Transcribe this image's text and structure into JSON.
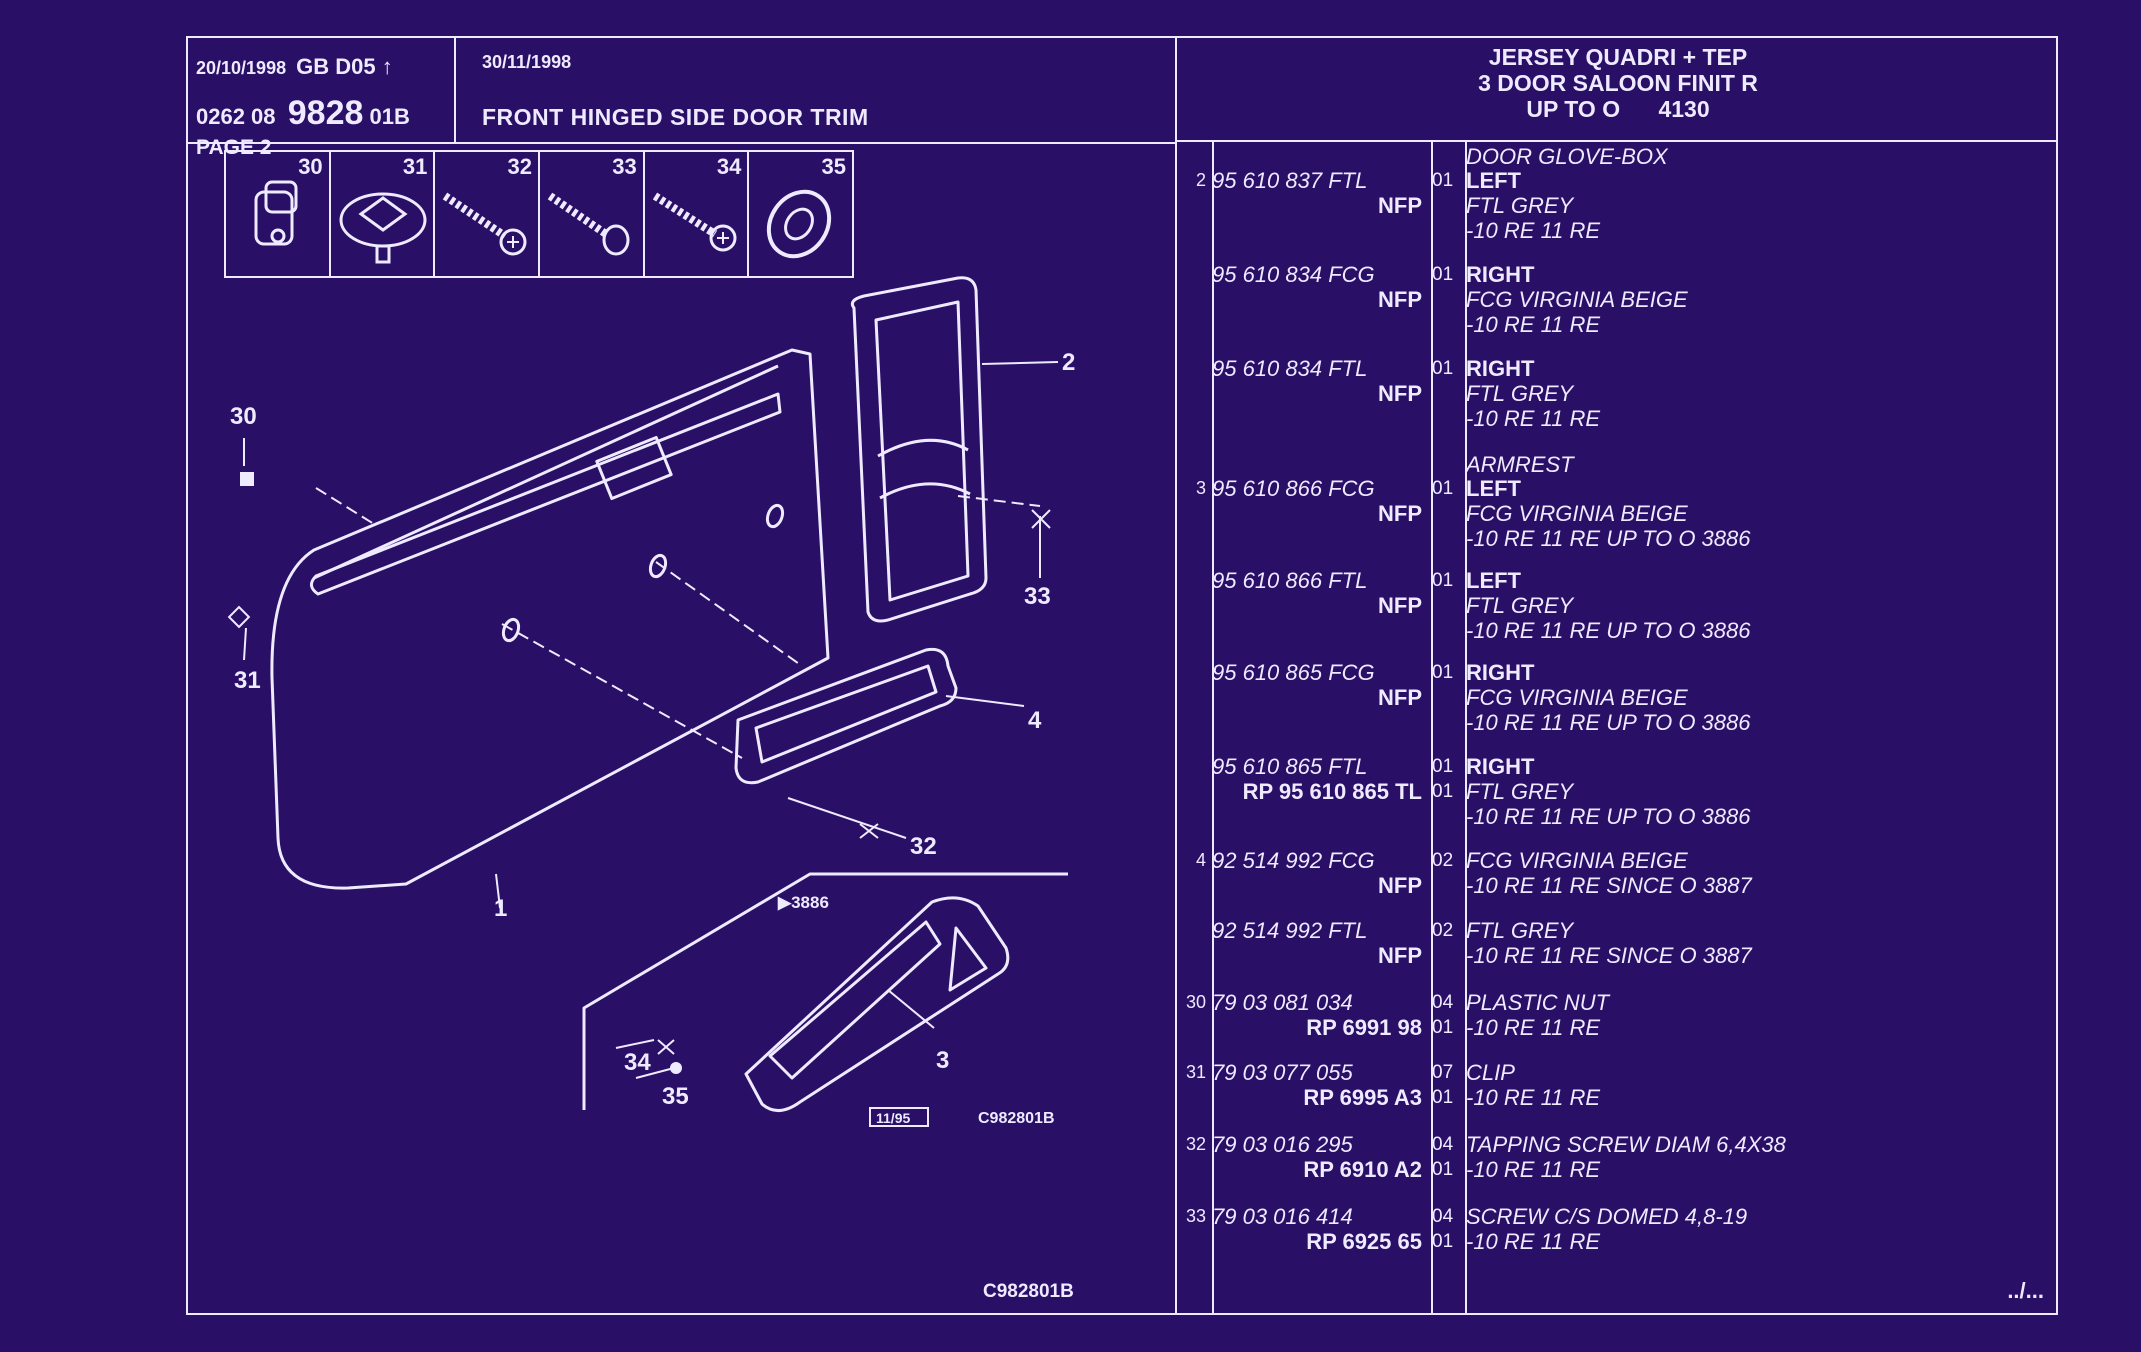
{
  "header": {
    "date": "20/10/1998",
    "gb": "GB D05 ↑",
    "code_prefix": "0262 08",
    "code_main": "9828",
    "code_suffix": "01B",
    "page": "PAGE 2",
    "date2": "30/11/1998",
    "title": "FRONT HINGED SIDE DOOR TRIM",
    "model_line1": "JERSEY QUADRI + TEP",
    "model_line2": "3 DOOR SALOON FINIT R",
    "model_line3": "UP TO O      4130"
  },
  "thumbs": [
    "30",
    "31",
    "32",
    "33",
    "34",
    "35"
  ],
  "diagram": {
    "callouts": [
      "1",
      "2",
      "3",
      "4",
      "30",
      "31",
      "32",
      "33",
      "34",
      "35"
    ],
    "inset_marker": "▶3886",
    "inset_date": "11/95",
    "inset_ref": "C982801B"
  },
  "footer": {
    "ref": "C982801B",
    "continued": "../..."
  },
  "parts": [
    {
      "item": "",
      "part": "",
      "alt": "",
      "qty": "",
      "qty2": "",
      "d1": "DOOR GLOVE-BOX",
      "d2": "",
      "d3": ""
    },
    {
      "item": "2",
      "part": "95 610 837 FTL",
      "alt": "NFP",
      "qty": "01",
      "qty2": "",
      "d1": "LEFT",
      "d2": "FTL GREY",
      "d3": "-10 RE 11 RE"
    },
    {
      "item": "",
      "part": "95 610 834 FCG",
      "alt": "NFP",
      "qty": "01",
      "qty2": "",
      "d1": "RIGHT",
      "d2": "FCG VIRGINIA BEIGE",
      "d3": "-10 RE 11 RE"
    },
    {
      "item": "",
      "part": "95 610 834 FTL",
      "alt": "NFP",
      "qty": "01",
      "qty2": "",
      "d1": "RIGHT",
      "d2": "FTL GREY",
      "d3": "-10 RE 11 RE"
    },
    {
      "item": "",
      "part": "",
      "alt": "",
      "qty": "",
      "qty2": "",
      "d1": "ARMREST",
      "d2": "",
      "d3": ""
    },
    {
      "item": "3",
      "part": "95 610 866 FCG",
      "alt": "NFP",
      "qty": "01",
      "qty2": "",
      "d1": "LEFT",
      "d2": "FCG VIRGINIA BEIGE",
      "d3": "-10 RE 11 RE UP TO O 3886"
    },
    {
      "item": "",
      "part": "95 610 866 FTL",
      "alt": "NFP",
      "qty": "01",
      "qty2": "",
      "d1": "LEFT",
      "d2": "FTL GREY",
      "d3": "-10 RE 11 RE UP TO O 3886"
    },
    {
      "item": "",
      "part": "95 610 865 FCG",
      "alt": "NFP",
      "qty": "01",
      "qty2": "",
      "d1": "RIGHT",
      "d2": "FCG VIRGINIA BEIGE",
      "d3": "-10 RE 11 RE UP TO O 3886"
    },
    {
      "item": "",
      "part": "95 610 865 FTL",
      "alt": "RP 95 610 865 TL",
      "qty": "01",
      "qty2": "01",
      "d1": "RIGHT",
      "d2": "FTL GREY",
      "d3": "-10 RE 11 RE UP TO O 3886"
    },
    {
      "item": "4",
      "part": "92 514 992 FCG",
      "alt": "NFP",
      "qty": "02",
      "qty2": "",
      "d1": "FCG VIRGINIA BEIGE",
      "d2": "-10 RE 11 RE SINCE O 3887",
      "d3": ""
    },
    {
      "item": "",
      "part": "92 514 992 FTL",
      "alt": "NFP",
      "qty": "02",
      "qty2": "",
      "d1": "FTL GREY",
      "d2": "-10 RE 11 RE SINCE O 3887",
      "d3": ""
    },
    {
      "item": "30",
      "part": "79 03 081 034",
      "alt": "RP 6991 98",
      "qty": "04",
      "qty2": "01",
      "d1": "PLASTIC NUT",
      "d2": "-10 RE 11 RE",
      "d3": ""
    },
    {
      "item": "31",
      "part": "79 03 077 055",
      "alt": "RP 6995 A3",
      "qty": "07",
      "qty2": "01",
      "d1": "CLIP",
      "d2": "-10 RE 11 RE",
      "d3": ""
    },
    {
      "item": "32",
      "part": "79 03 016 295",
      "alt": "RP 6910 A2",
      "qty": "04",
      "qty2": "01",
      "d1": "TAPPING SCREW DIAM 6,4X38",
      "d2": "-10 RE 11 RE",
      "d3": ""
    },
    {
      "item": "33",
      "part": "79 03 016 414",
      "alt": "RP 6925 65",
      "qty": "04",
      "qty2": "01",
      "d1": "SCREW C/S DOMED 4,8-19",
      "d2": "-10 RE 11 RE",
      "d3": ""
    }
  ]
}
